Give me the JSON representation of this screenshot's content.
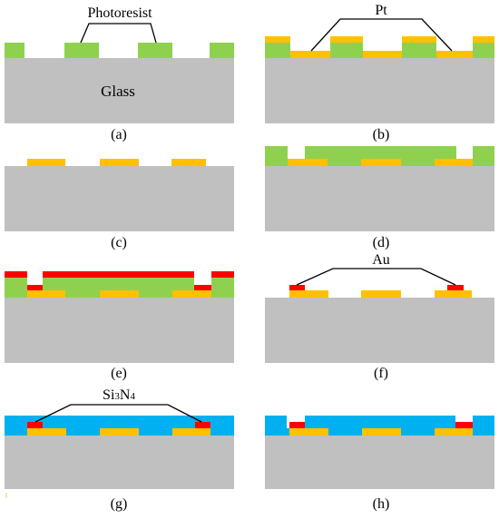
{
  "colors": {
    "glass": "#c0c0c0",
    "photoresist": "#8fd14f",
    "pt": "#ffc000",
    "au": "#ff0000",
    "si3n4": "#00b0f0",
    "line": "#000000"
  },
  "panels": [
    {
      "id": "a",
      "caption": "(a)",
      "annotation": "Photoresist",
      "body_label": "Glass"
    },
    {
      "id": "b",
      "caption": "(b)",
      "annotation": "Pt"
    },
    {
      "id": "c",
      "caption": "(c)"
    },
    {
      "id": "d",
      "caption": "(d)"
    },
    {
      "id": "e",
      "caption": "(e)"
    },
    {
      "id": "f",
      "caption": "(f)",
      "annotation": "Au"
    },
    {
      "id": "g",
      "caption": "(g)",
      "annotation": "Si3N4",
      "annotation_parts": {
        "si": "Si",
        "sub3": "3",
        "n": "N",
        "sub4": "4"
      }
    },
    {
      "id": "h",
      "caption": "(h)"
    }
  ]
}
